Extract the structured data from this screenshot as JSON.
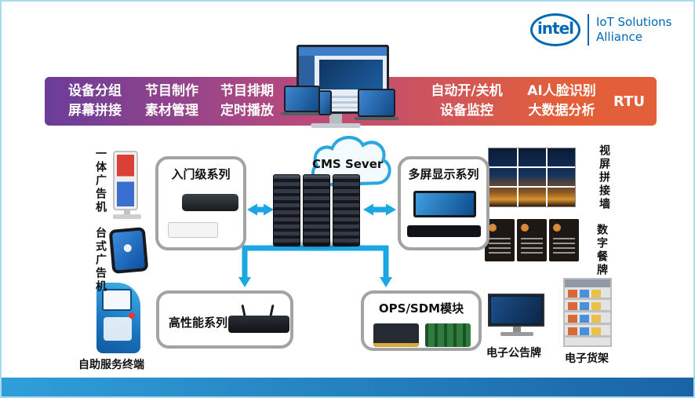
{
  "logo": {
    "intel": "intel",
    "alliance_line1": "IoT Solutions",
    "alliance_line2": "Alliance"
  },
  "banner": {
    "items": [
      {
        "line1": "设备分组",
        "line2": "屏幕拼接"
      },
      {
        "line1": "节目制作",
        "line2": "素材管理"
      },
      {
        "line1": "节目排期",
        "line2": "定时播放"
      },
      {
        "line1": "自动开/关机",
        "line2": "设备监控"
      },
      {
        "line1": "AI人脸识别",
        "line2": "大数据分析"
      },
      {
        "line1": "RTU",
        "line2": ""
      }
    ]
  },
  "server": {
    "label": "CMS Sever"
  },
  "boxes": {
    "entry_level": {
      "title": "入门级系列"
    },
    "multi_screen": {
      "title": "多屏显示系列"
    },
    "high_performance": {
      "title": "高性能系列"
    },
    "ops_sdm": {
      "title": "OPS/SDM模块"
    }
  },
  "peripherals": {
    "all_in_one": "一体广告机",
    "desktop_ad": "台式广告机",
    "self_service": "自助服务终端",
    "video_wall": "视屏拼接墙",
    "digital_menu": "数字餐牌",
    "bulletin_board": "电子公告牌",
    "electronic_shelf": "电子货架"
  },
  "colors": {
    "arrow_blue": "#1ba7e2",
    "intel_blue": "#0068b5",
    "banner_start": "#6a3d99",
    "banner_mid": "#b84a7d",
    "banner_end": "#e35f3a",
    "footer_start": "#2f9fd9",
    "footer_end": "#1a63a6"
  }
}
